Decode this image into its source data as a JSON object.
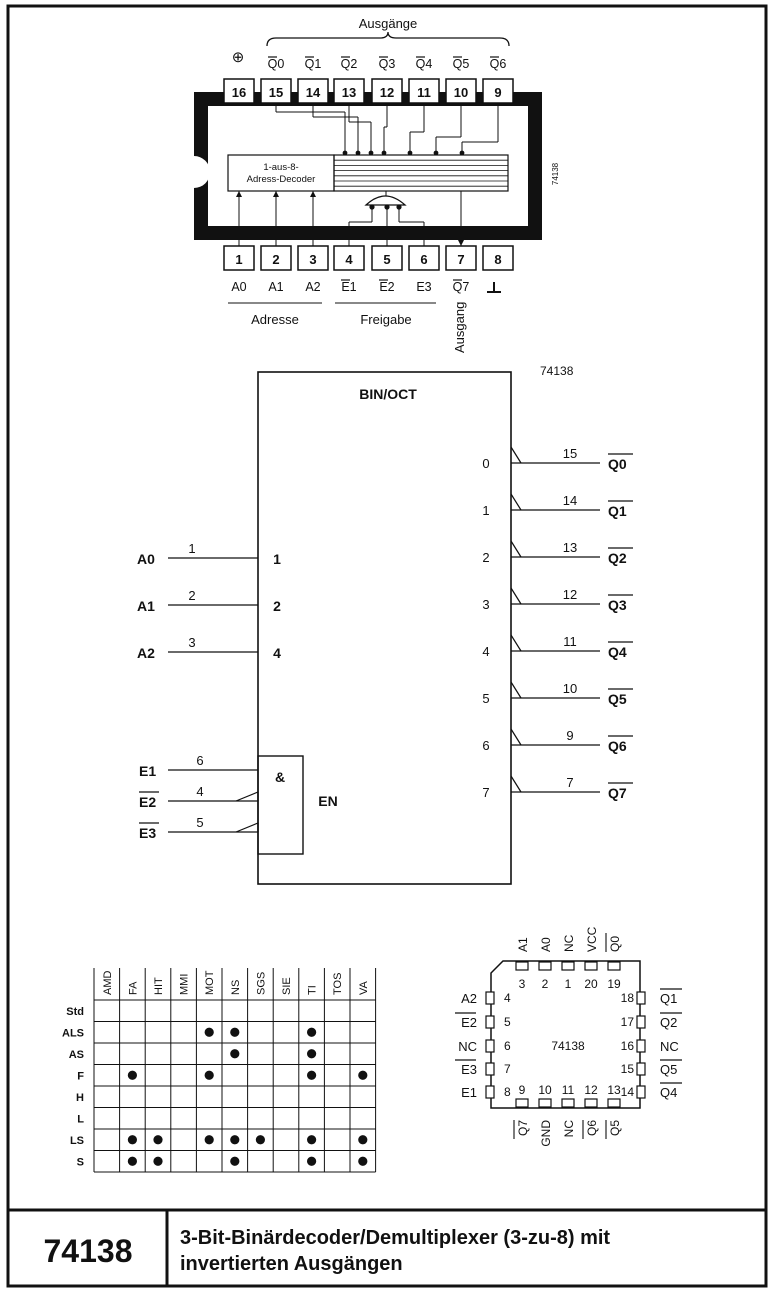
{
  "chip": "74138",
  "title": "3-Bit-Binärdecoder/Demultiplexer (3-zu-8) mit invertierten Ausgängen",
  "title_lines": [
    "3-Bit-Binärdecoder/Demultiplexer (3-zu-8) mit",
    "invertierten Ausgängen"
  ],
  "pinout": {
    "outputs_label": "Ausgänge",
    "vcc_symbol": "⊕",
    "decoder_label_1": "1-aus-8-",
    "decoder_label_2": "Adress-Decoder",
    "side_label": "74138",
    "top_pins": [
      "16",
      "15",
      "14",
      "13",
      "12",
      "11",
      "10",
      "9"
    ],
    "top_names": [
      "Q0",
      "Q1",
      "Q2",
      "Q3",
      "Q4",
      "Q5",
      "Q6"
    ],
    "bottom_pins": [
      "1",
      "2",
      "3",
      "4",
      "5",
      "6",
      "7",
      "8"
    ],
    "bottom_names": [
      "A0",
      "A1",
      "A2",
      "E1",
      "E2",
      "E3",
      "Q7"
    ],
    "address_label": "Adresse",
    "enable_label": "Freigabe",
    "output_label": "Ausgang"
  },
  "logic": {
    "chip": "74138",
    "header": "BIN/OCT",
    "address_inputs": [
      {
        "name": "A0",
        "pin": "1",
        "weight": "1"
      },
      {
        "name": "A1",
        "pin": "2",
        "weight": "2"
      },
      {
        "name": "A2",
        "pin": "3",
        "weight": "4"
      }
    ],
    "enable_inputs": [
      {
        "name": "E1",
        "pin": "6",
        "inverted": false
      },
      {
        "name": "E2",
        "pin": "4",
        "inverted": true
      },
      {
        "name": "E3",
        "pin": "5",
        "inverted": true
      }
    ],
    "and_symbol": "&",
    "en_label": "EN",
    "outputs": [
      {
        "index": "0",
        "pin": "15",
        "name": "Q0"
      },
      {
        "index": "1",
        "pin": "14",
        "name": "Q1"
      },
      {
        "index": "2",
        "pin": "13",
        "name": "Q2"
      },
      {
        "index": "3",
        "pin": "12",
        "name": "Q3"
      },
      {
        "index": "4",
        "pin": "11",
        "name": "Q4"
      },
      {
        "index": "5",
        "pin": "10",
        "name": "Q5"
      },
      {
        "index": "6",
        "pin": "9",
        "name": "Q6"
      },
      {
        "index": "7",
        "pin": "7",
        "name": "Q7"
      }
    ]
  },
  "availability": {
    "manufacturers": [
      "AMD",
      "FA",
      "HIT",
      "MMI",
      "MOT",
      "NS",
      "SGS",
      "SIE",
      "TI",
      "TOS",
      "VA"
    ],
    "families": [
      "Std",
      "ALS",
      "AS",
      "F",
      "H",
      "L",
      "LS",
      "S"
    ],
    "matrix": [
      [
        0,
        0,
        0,
        0,
        0,
        0,
        0,
        0,
        0,
        0,
        0
      ],
      [
        0,
        0,
        0,
        0,
        1,
        1,
        0,
        0,
        1,
        0,
        0
      ],
      [
        0,
        0,
        0,
        0,
        0,
        1,
        0,
        0,
        1,
        0,
        0
      ],
      [
        0,
        1,
        0,
        0,
        1,
        0,
        0,
        0,
        1,
        0,
        1
      ],
      [
        0,
        0,
        0,
        0,
        0,
        0,
        0,
        0,
        0,
        0,
        0
      ],
      [
        0,
        0,
        0,
        0,
        0,
        0,
        0,
        0,
        0,
        0,
        0
      ],
      [
        0,
        1,
        1,
        0,
        1,
        1,
        1,
        0,
        1,
        0,
        1
      ],
      [
        0,
        1,
        1,
        0,
        0,
        1,
        0,
        0,
        1,
        0,
        1
      ]
    ]
  },
  "plcc": {
    "center_label": "74138",
    "top": [
      {
        "name": "A1",
        "pin": "3",
        "over": false
      },
      {
        "name": "A0",
        "pin": "2",
        "over": false
      },
      {
        "name": "NC",
        "pin": "1",
        "over": false
      },
      {
        "name": "VCC",
        "pin": "20",
        "over": false
      },
      {
        "name": "Q0",
        "pin": "19",
        "over": true
      }
    ],
    "left": [
      {
        "name": "A2",
        "pin": "4",
        "over": false
      },
      {
        "name": "E2",
        "pin": "5",
        "over": true
      },
      {
        "name": "NC",
        "pin": "6",
        "over": false
      },
      {
        "name": "E3",
        "pin": "7",
        "over": true
      },
      {
        "name": "E1",
        "pin": "8",
        "over": false
      }
    ],
    "right": [
      {
        "name": "Q1",
        "pin": "18",
        "over": true
      },
      {
        "name": "Q2",
        "pin": "17",
        "over": true
      },
      {
        "name": "NC",
        "pin": "16",
        "over": false
      },
      {
        "name": "Q5",
        "pin": "15",
        "over": true
      },
      {
        "name": "Q4",
        "pin": "14",
        "over": true
      }
    ],
    "bottom": [
      {
        "name": "Q7",
        "pin": "9",
        "over": true
      },
      {
        "name": "GND",
        "pin": "10",
        "over": false
      },
      {
        "name": "NC",
        "pin": "11",
        "over": false
      },
      {
        "name": "Q6",
        "pin": "12",
        "over": true
      },
      {
        "name": "Q5",
        "pin": "13",
        "over": true
      }
    ]
  }
}
